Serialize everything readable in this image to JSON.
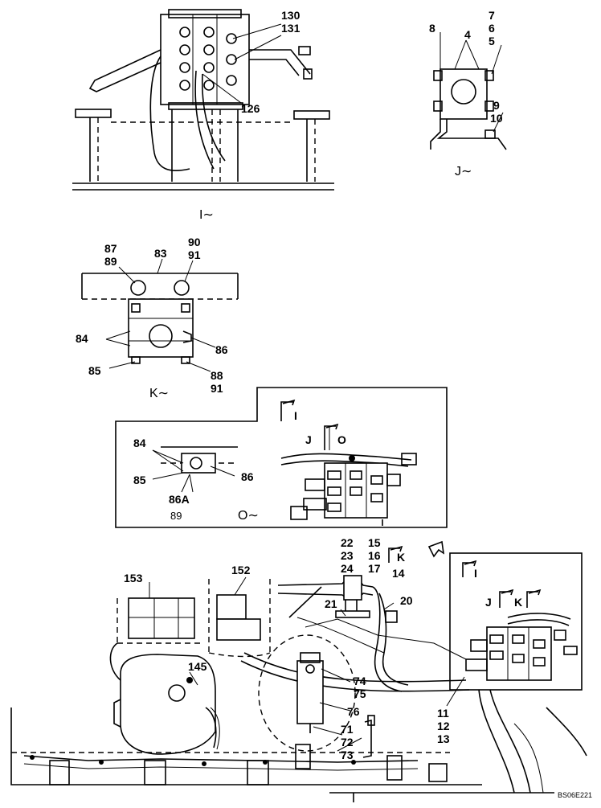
{
  "diagram_code": "BS06E221",
  "views": {
    "I": {
      "title": "I∼",
      "labels": [
        "130",
        "131",
        "126"
      ]
    },
    "J": {
      "title": "J∼",
      "labels": [
        "8",
        "4",
        "7",
        "6",
        "5",
        "9",
        "10"
      ]
    },
    "K": {
      "title": "K∼",
      "labels": [
        "87",
        "89",
        "83",
        "90",
        "91",
        "84",
        "86",
        "85",
        "88",
        "91"
      ]
    },
    "O": {
      "title": "O∼",
      "labels": [
        "84",
        "85",
        "86",
        "86A",
        "89"
      ]
    },
    "inset_refs": [
      "I",
      "J",
      "O"
    ],
    "main": {
      "labels": [
        "153",
        "152",
        "145",
        "22",
        "23",
        "24",
        "15",
        "16",
        "17",
        "14",
        "21",
        "20",
        "74",
        "75",
        "76",
        "71",
        "72",
        "73",
        "11",
        "12",
        "13"
      ],
      "refs": [
        "K",
        "I",
        "J",
        "K"
      ]
    }
  }
}
